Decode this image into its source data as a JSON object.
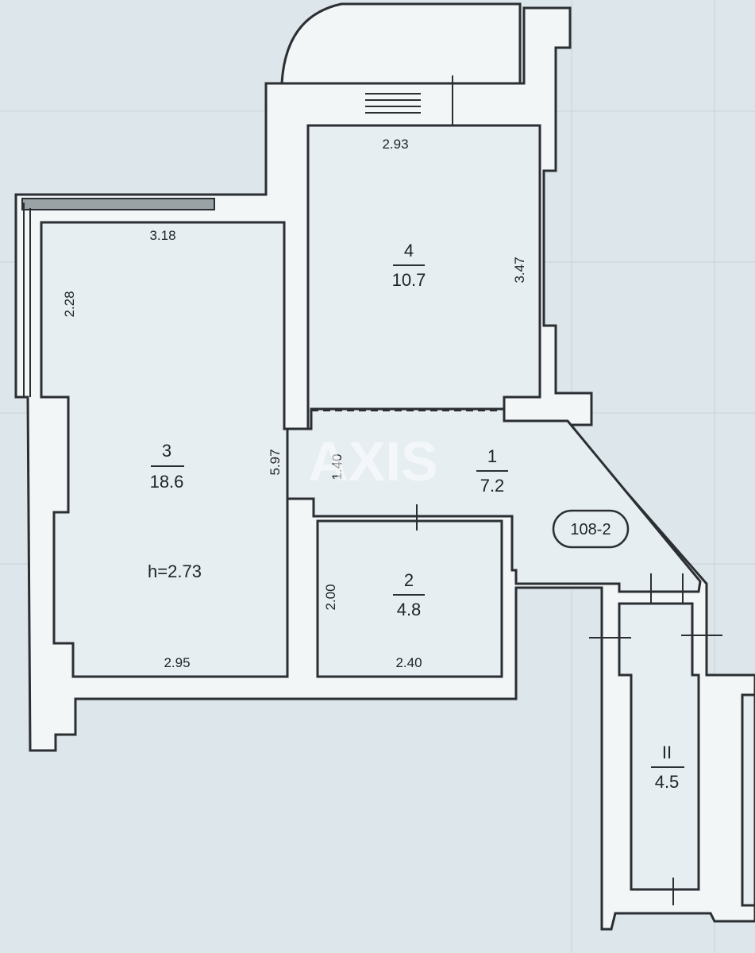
{
  "rooms": [
    {
      "id": "3",
      "area": "18.6",
      "height": "h=2.73"
    },
    {
      "id": "4",
      "area": "10.7"
    },
    {
      "id": "1",
      "area": "7.2"
    },
    {
      "id": "2",
      "area": "4.8"
    },
    {
      "id": "II",
      "area": "4.5"
    }
  ],
  "dimensions": {
    "room4_top": "2.93",
    "room4_right": "3.47",
    "room3_top": "3.18",
    "room3_left": "2.28",
    "room3_bottom": "2.95",
    "room3_right": "5.97",
    "corridor_height": "1.40",
    "room2_left": "2.00",
    "room2_bottom": "2.40"
  },
  "apartment_label": "108-2",
  "watermark": "AXIS"
}
